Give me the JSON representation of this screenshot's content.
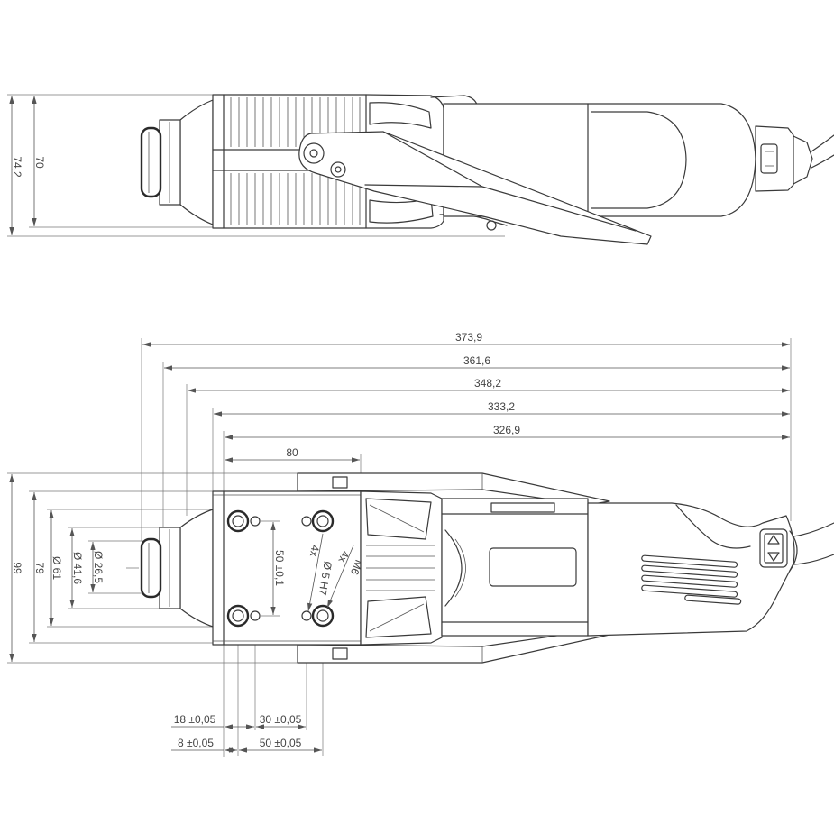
{
  "side_view": {
    "height_overall": "74,2",
    "height_body": "70"
  },
  "plan_view": {
    "lengths": [
      "373,9",
      "361,6",
      "348,2",
      "333,2",
      "326,9"
    ],
    "block_length": "80",
    "widths": {
      "overall": "99",
      "body": "79",
      "flange_diameter": "Ø 61",
      "collar_diameter": "Ø 41,6",
      "nut_diameter": "Ø 26,5"
    },
    "hole_spacing_vertical": "50 ±0,1",
    "dowel_holes": {
      "count": "4x",
      "spec": "Ø 5 H7"
    },
    "thread_holes": {
      "count": "4x",
      "spec": "M6"
    },
    "bottom_dims": {
      "d18": "18 ±0,05",
      "d30": "30 ±0,05",
      "d8": "8 ±0,05",
      "d50": "50 ±0,05"
    }
  },
  "colors": {
    "line": "#3a3a3a",
    "dimension": "#555555",
    "background": "#ffffff"
  }
}
